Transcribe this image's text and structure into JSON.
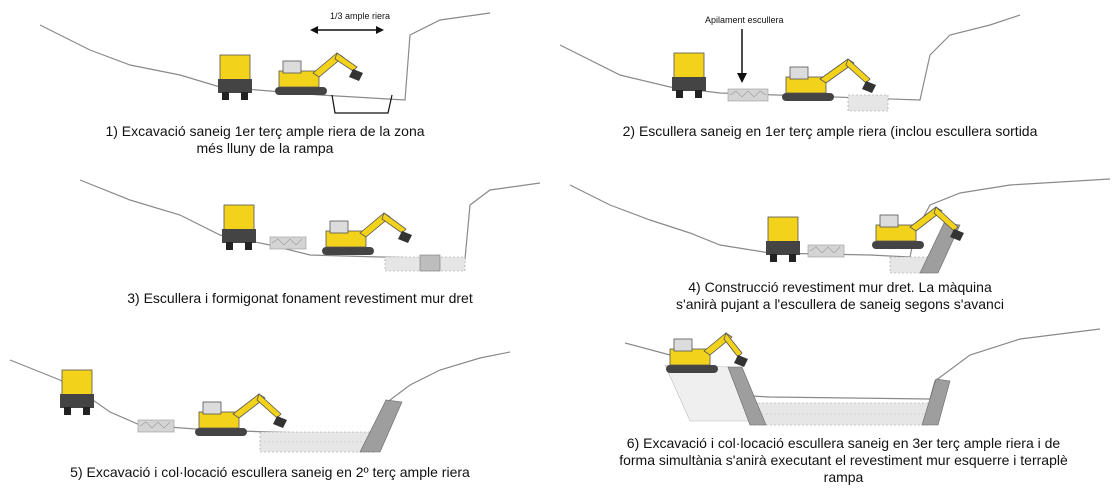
{
  "annotations": {
    "width_label": "1/3 ample riera",
    "stockpile_label": "Apilament escullera"
  },
  "steps": [
    {
      "caption_lines": [
        "1) Excavació saneig 1er terç ample riera de la zona",
        "més lluny de la rampa"
      ]
    },
    {
      "caption_lines": [
        "2) Escullera saneig en 1er terç ample riera (inclou escullera sortida"
      ]
    },
    {
      "caption_lines": [
        "3) Escullera i formigonat fonament revestiment mur dret"
      ]
    },
    {
      "caption_lines": [
        "4) Construcció revestiment mur dret. La màquina",
        "s'anirà pujant a l'escullera de saneig segons s'avanci"
      ]
    },
    {
      "caption_lines": [
        "5) Excavació i col·locació escullera saneig en 2º terç ample riera"
      ]
    },
    {
      "caption_lines": [
        "6) Excavació i col·locació escullera saneig en 3er terç ample riera i de",
        "forma simultània s'anirà executant el revestiment mur esquerre i terraplè",
        "rampa"
      ]
    }
  ],
  "colors": {
    "machine_yellow": "#f2d21b",
    "terrain_line": "#8a8a8a",
    "riprap_fill": "#d4d4d4",
    "concrete_fill": "#e6e6e6"
  }
}
